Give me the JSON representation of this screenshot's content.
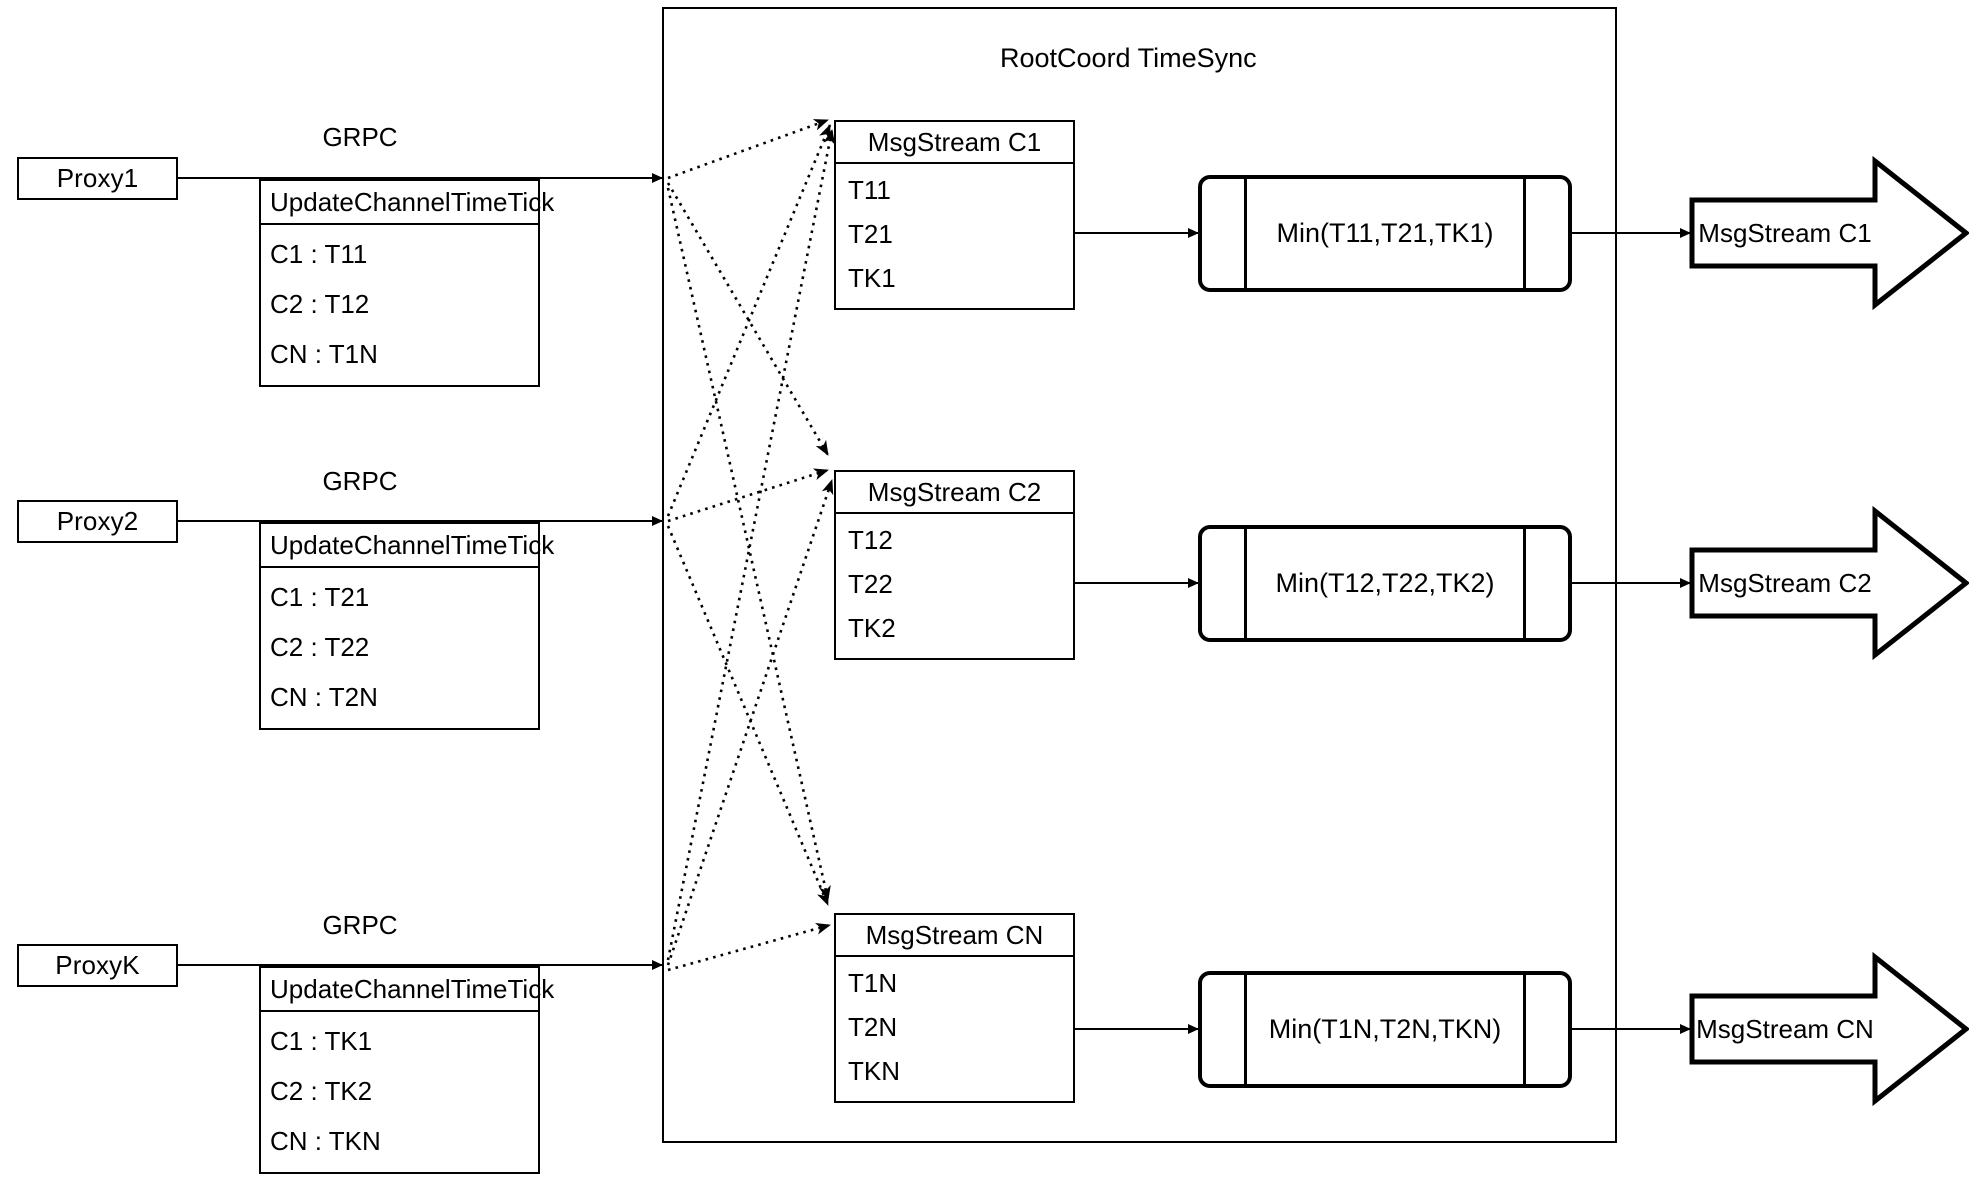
{
  "diagram": {
    "title": "RootCoord TimeSync",
    "container": {
      "label": "RootCoord TimeSync"
    },
    "rows": [
      {
        "proxy_label": "Proxy1",
        "rpc_label": "GRPC",
        "request": {
          "title": "UpdateChannelTimeTick",
          "entries": [
            "C1 :  T11",
            "C2 :  T12",
            "CN : T1N"
          ]
        }
      },
      {
        "proxy_label": "Proxy2",
        "rpc_label": "GRPC",
        "request": {
          "title": "UpdateChannelTimeTick",
          "entries": [
            "C1 :  T21",
            "C2 :  T22",
            "CN : T2N"
          ]
        }
      },
      {
        "proxy_label": "ProxyK",
        "rpc_label": "GRPC",
        "request": {
          "title": "UpdateChannelTimeTick",
          "entries": [
            "C1 :  TK1",
            "C2 :  TK2",
            "CN : TKN"
          ]
        }
      }
    ],
    "channels": [
      {
        "stream": {
          "title": "MsgStream C1",
          "entries": [
            "T11",
            "T21",
            "TK1"
          ]
        },
        "reducer": {
          "label": "Min(T11,T21,TK1)"
        },
        "output": {
          "label": "MsgStream C1"
        }
      },
      {
        "stream": {
          "title": "MsgStream C2",
          "entries": [
            "T12",
            "T22",
            "TK2"
          ]
        },
        "reducer": {
          "label": "Min(T12,T22,TK2)"
        },
        "output": {
          "label": "MsgStream C2"
        }
      },
      {
        "stream": {
          "title": "MsgStream CN",
          "entries": [
            "T1N",
            "T2N",
            "TKN"
          ]
        },
        "reducer": {
          "label": "Min(T1N,T2N,TKN)"
        },
        "output": {
          "label": "MsgStream CN"
        }
      }
    ],
    "colors": {
      "stroke": "#000000",
      "background": "#ffffff"
    }
  }
}
